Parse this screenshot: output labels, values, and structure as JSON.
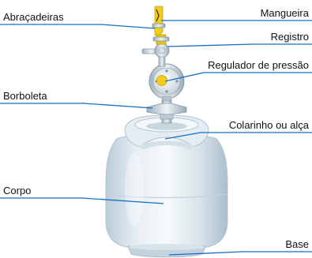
{
  "labels": {
    "abracadeiras": "Abraçadeiras",
    "mangueira": "Mangueira",
    "registro": "Registro",
    "regulador": "Regulador de pressão",
    "borboleta": "Borboleta",
    "colarinho": "Colarinho ou alça",
    "corpo": "Corpo",
    "base": "Base"
  },
  "colors": {
    "leader_line": "#1a6fc4",
    "hose": "#f2cc1a",
    "cylinder_light": "#eef4f8",
    "cylinder_shade": "#b8cad6",
    "metal": "#c9d3da"
  }
}
